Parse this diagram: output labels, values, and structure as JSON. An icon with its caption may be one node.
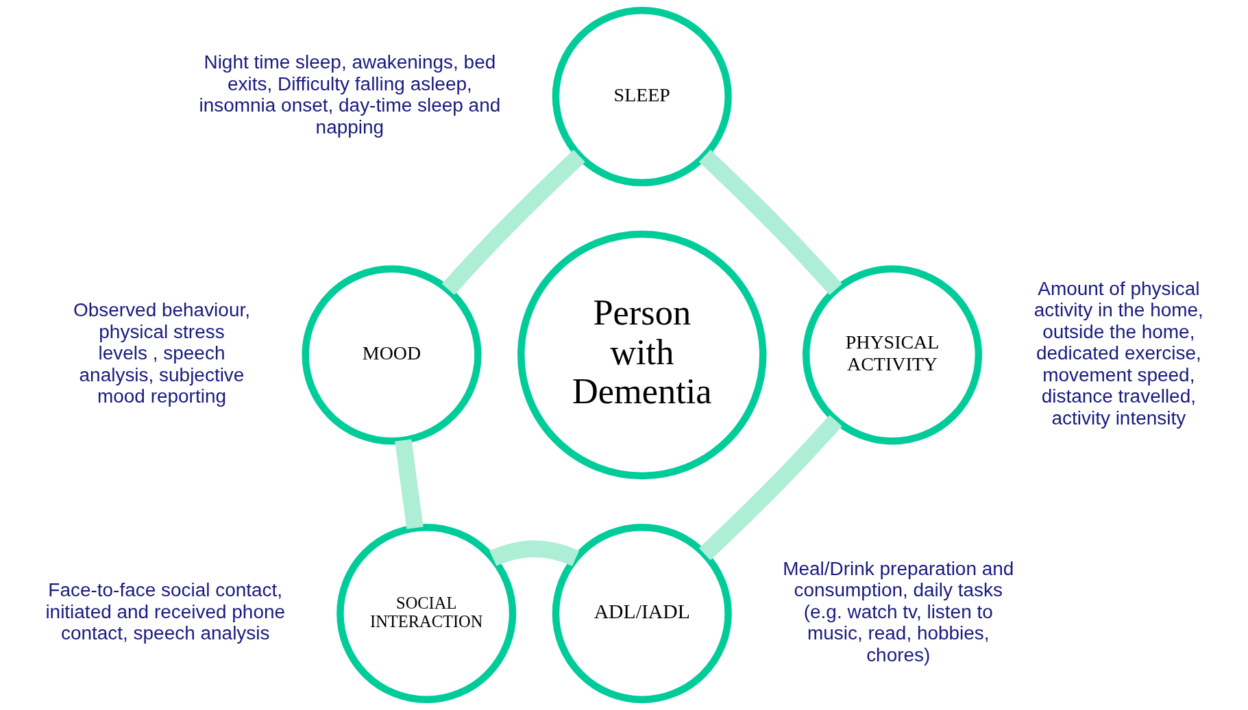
{
  "diagram": {
    "nodes": [
      {
        "text": [
          "SLEEP"
        ],
        "beside": [
          "Night time sleep, awakenings, bed exits, Difficulty falling asleep, insomnia onset, day-time sleep and napping"
        ]
      },
      {
        "text": [
          "MOOD"
        ],
        "beside": [
          "Observed behaviour, physical stress levels , speech analysis, subjective mood reporting"
        ]
      },
      {
        "text": [
          "Person with Dementia"
        ]
      },
      {
        "text": [
          "PHYSICAL ACTIVITY"
        ],
        "beside": [
          "Amount of physical activity in the home, outside the home, dedicated exercise, movement speed, distance travelled, activity intensity"
        ]
      },
      {
        "text": [
          "SOCIAL INTERACTION"
        ],
        "beside": [
          "Face-to-face social contact, initiated and received phone contact, speech analysis"
        ]
      },
      {
        "text": [
          "ADL/IADL"
        ],
        "beside": [
          "Meal/Drink preparation and consumption, daily tasks (e.g. watch tv, listen to music, read, hobbies, chores)"
        ]
      }
    ],
    "edges": [
      {
        "from": 0,
        "to": 3,
        "arrow": "none"
      },
      {
        "from": 3,
        "to": 5,
        "arrow": "none"
      },
      {
        "from": 5,
        "to": 4,
        "arrow": "none"
      },
      {
        "from": 4,
        "to": 1,
        "arrow": "none"
      },
      {
        "from": 1,
        "to": 0,
        "arrow": "none"
      }
    ]
  }
}
